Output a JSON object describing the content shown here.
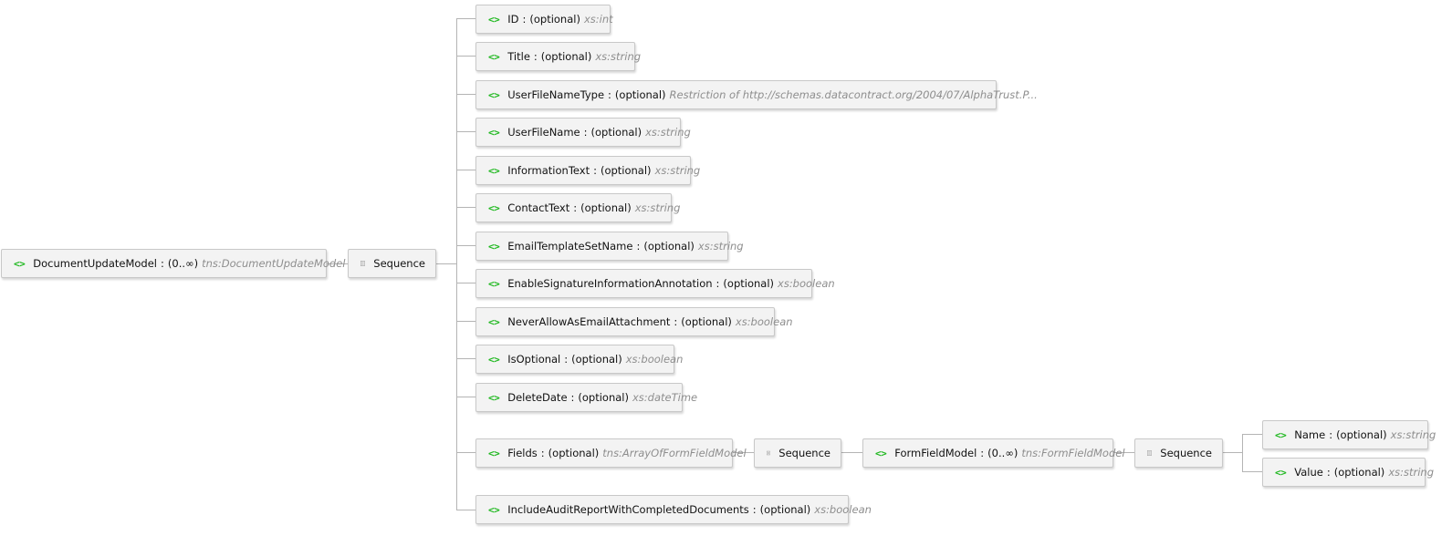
{
  "root": {
    "name": "DocumentUpdateModel",
    "separator": ":",
    "occurrence": "(0..∞)",
    "type": "tns:DocumentUpdateModel",
    "icon": "element-icon"
  },
  "sequence_label": "Sequence",
  "element_icon_glyph": "<>",
  "children": [
    {
      "name": "ID",
      "occurrence": "(optional)",
      "type": "xs:int"
    },
    {
      "name": "Title",
      "occurrence": "(optional)",
      "type": "xs:string"
    },
    {
      "name": "UserFileNameType",
      "occurrence": "(optional)",
      "type": "Restriction of http://schemas.datacontract.org/2004/07/AlphaTrust.P..."
    },
    {
      "name": "UserFileName",
      "occurrence": "(optional)",
      "type": "xs:string"
    },
    {
      "name": "InformationText",
      "occurrence": "(optional)",
      "type": "xs:string"
    },
    {
      "name": "ContactText",
      "occurrence": "(optional)",
      "type": "xs:string"
    },
    {
      "name": "EmailTemplateSetName",
      "occurrence": "(optional)",
      "type": "xs:string"
    },
    {
      "name": "EnableSignatureInformationAnnotation",
      "occurrence": "(optional)",
      "type": "xs:boolean"
    },
    {
      "name": "NeverAllowAsEmailAttachment",
      "occurrence": "(optional)",
      "type": "xs:boolean"
    },
    {
      "name": "IsOptional",
      "occurrence": "(optional)",
      "type": "xs:boolean"
    },
    {
      "name": "DeleteDate",
      "occurrence": "(optional)",
      "type": "xs:dateTime"
    },
    {
      "name": "Fields",
      "occurrence": "(optional)",
      "type": "tns:ArrayOfFormFieldModel"
    },
    {
      "name": "IncludeAuditReportWithCompletedDocuments",
      "occurrence": "(optional)",
      "type": "xs:boolean"
    }
  ],
  "fields_branch": {
    "form_field_model": {
      "name": "FormFieldModel",
      "occurrence": "(0..∞)",
      "type": "tns:FormFieldModel"
    },
    "children": [
      {
        "name": "Name",
        "occurrence": "(optional)",
        "type": "xs:string"
      },
      {
        "name": "Value",
        "occurrence": "(optional)",
        "type": "xs:string"
      }
    ]
  },
  "colors": {
    "element_icon": "#1fb81f",
    "node_background": "#f3f3f3",
    "node_border": "#c8c8c8",
    "connector": "#b4b4b4",
    "type_text": "#8e8e8e"
  }
}
